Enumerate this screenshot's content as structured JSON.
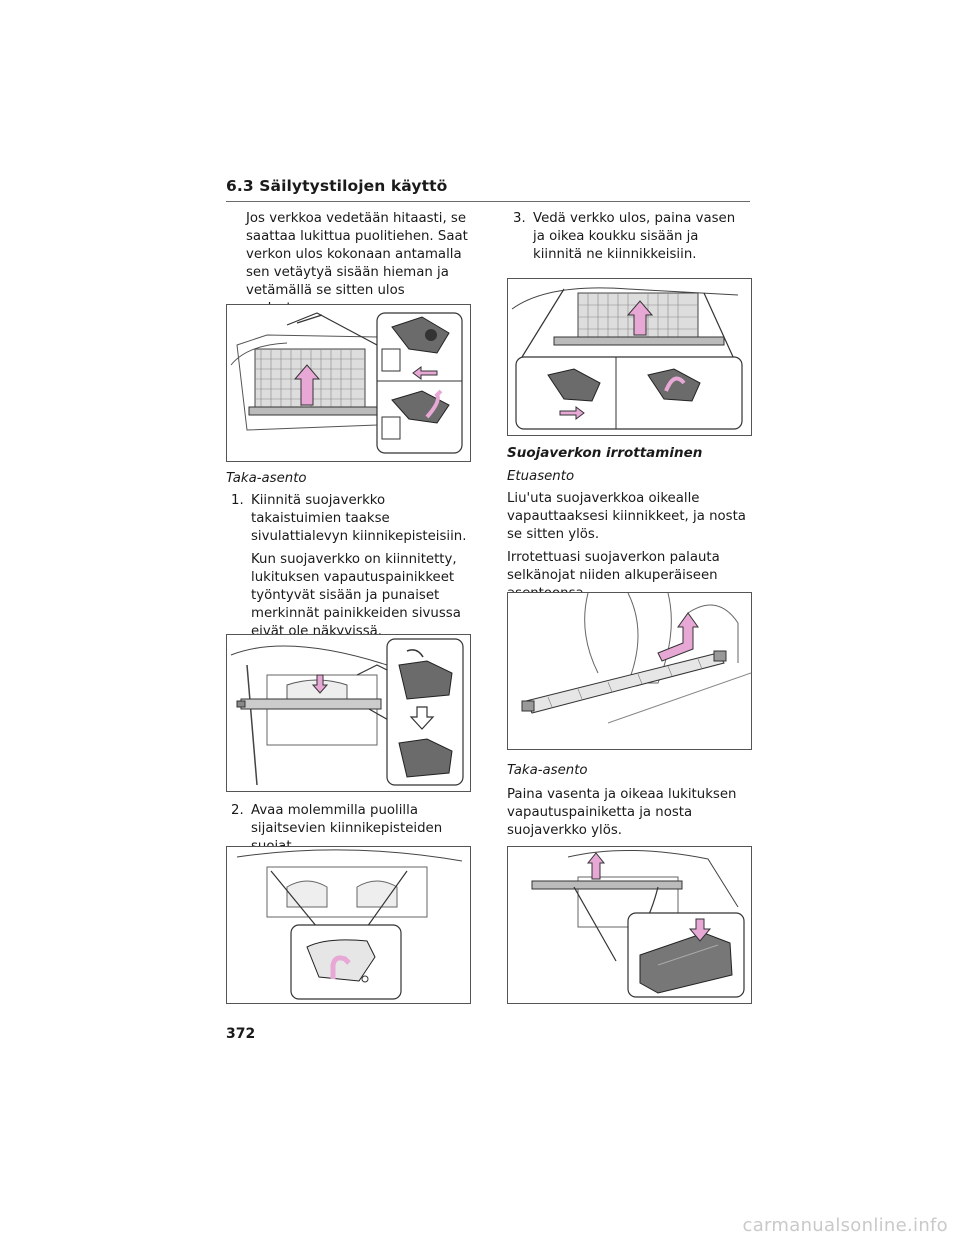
{
  "header": {
    "section_title": "6.3 Säilytystilojen käyttö"
  },
  "left_column": {
    "intro_text": "Jos verkkoa vedetään hitaasti, se saattaa lukittua puolitiehen. Saat verkon ulos kokonaan antamalla sen vetäytyä sisään hieman ja vetämällä se sitten ulos uudestaan.",
    "subheading_rear": "Taka-asento",
    "step1": {
      "number": "1.",
      "text": "Kiinnitä suojaverkko takaistuimien taakse sivulattialevyn kiinnikepisteisiin.",
      "note": "Kun suojaverkko on kiinnitetty, lukituksen vapautuspainikkeet työntyvät sisään ja punaiset merkinnät painikkeiden sivussa eivät ole näkyvissä."
    },
    "step2": {
      "number": "2.",
      "text": "Avaa molemmilla puolilla sijaitsevien kiinnikepisteiden suojat."
    }
  },
  "right_column": {
    "step3": {
      "number": "3.",
      "text": "Vedä verkko ulos, paina vasen ja oikea koukku sisään ja kiinnitä ne kiinnikkeisiin."
    },
    "removal_heading": "Suojaverkon irrottaminen",
    "front_subheading": "Etuasento",
    "front_text": "Liu'uta suojaverkkoa oikealle vapauttaaksesi kiinnikkeet, ja nosta se sitten ylös.",
    "front_text2": "Irrotettuasi suojaverkon palauta selkänojat niiden alkuperäiseen asentoonsa.",
    "rear_subheading": "Taka-asento",
    "rear_text": "Paina vasenta ja oikeaa lukituksen vapautuspainiketta ja nosta suojaverkko ylös."
  },
  "footer": {
    "page_number": "372"
  },
  "watermark": "carmanualsonline.info",
  "colors": {
    "arrow_pink": "#e8a8d6",
    "part_gray": "#6b6b6b",
    "line": "#333333"
  }
}
